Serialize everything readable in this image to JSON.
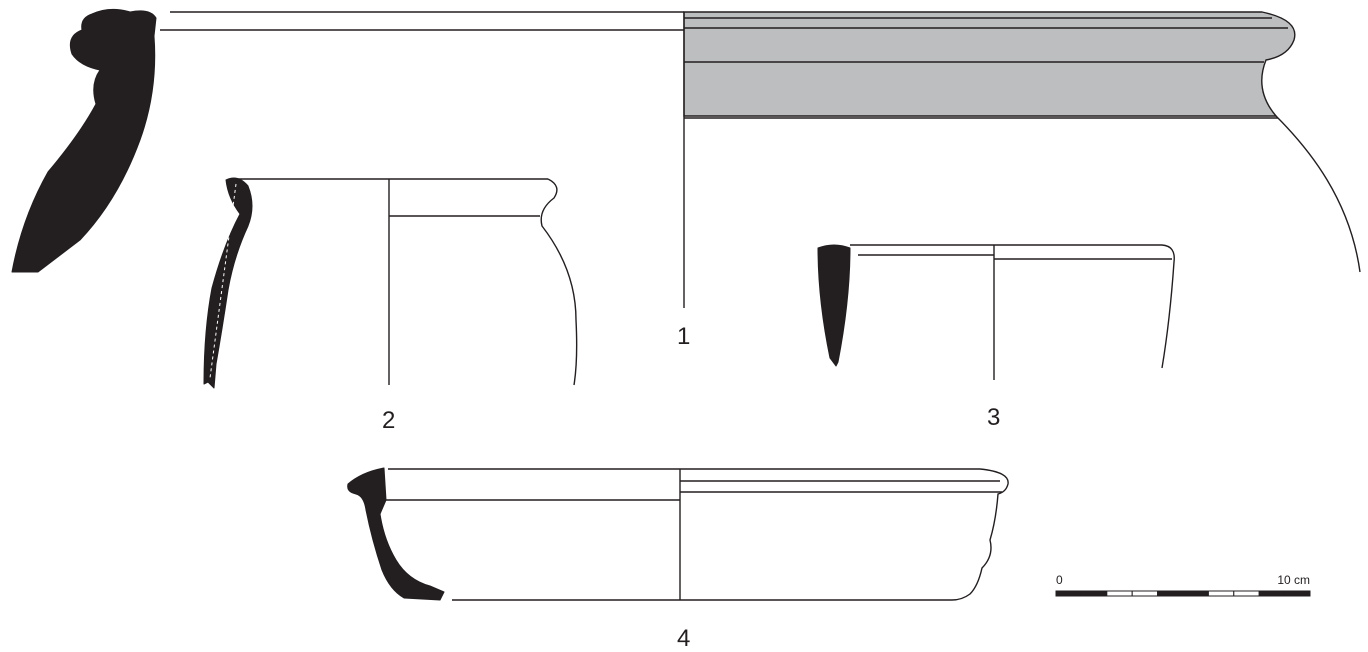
{
  "figures": [
    {
      "id": "vessel-1",
      "label": "1"
    },
    {
      "id": "vessel-2",
      "label": "2"
    },
    {
      "id": "vessel-3",
      "label": "3"
    },
    {
      "id": "vessel-4",
      "label": "4"
    }
  ],
  "scale_bar": {
    "start_label": "0",
    "end_label": "10 cm",
    "segments": 10
  },
  "colors": {
    "ink": "#231f20",
    "rim_band": "#bcbec0",
    "paper": "#ffffff"
  }
}
